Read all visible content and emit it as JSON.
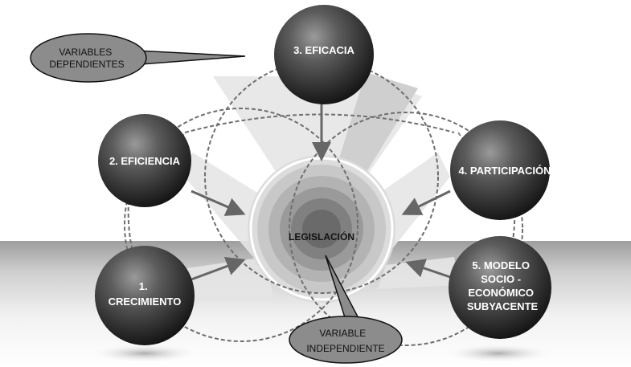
{
  "center": {
    "label": "LEGISLACIÓN"
  },
  "nodes": [
    {
      "id": "eficacia",
      "label_lines": [
        "3. EFICACIA"
      ]
    },
    {
      "id": "eficiencia",
      "label_lines": [
        "2. EFICIENCIA"
      ]
    },
    {
      "id": "participacion",
      "label_lines": [
        "4. PARTICIPACIÓN"
      ]
    },
    {
      "id": "crecimiento",
      "label_lines": [
        "1.",
        "CRECIMIENTO"
      ]
    },
    {
      "id": "modelo",
      "label_lines": [
        "5. MODELO",
        "SOCIO -",
        "ECONÓMICO",
        "SUBYACENTE"
      ]
    }
  ],
  "callouts": {
    "dependent": [
      "VARIABLES",
      "DEPENDIENTES"
    ],
    "independent": [
      "VARIABLE",
      "INDEPENDIENTE"
    ]
  }
}
